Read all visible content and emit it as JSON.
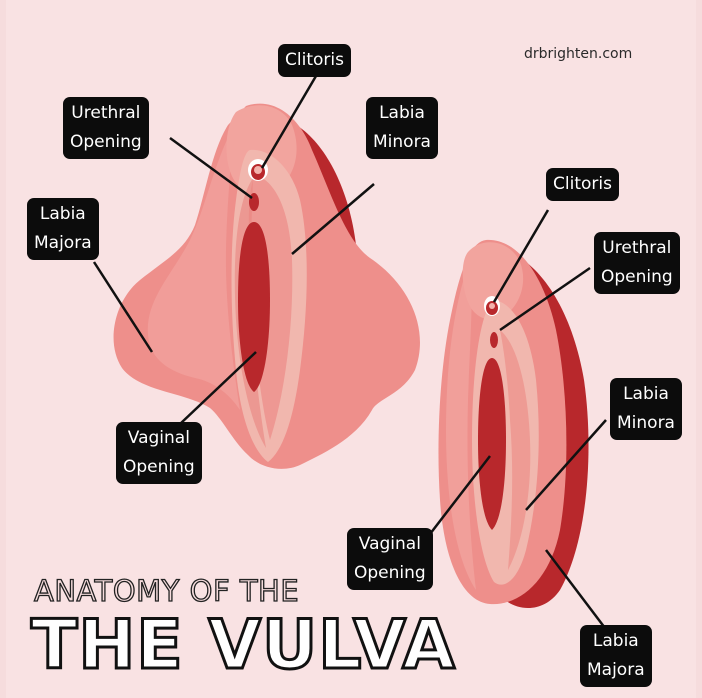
{
  "website": "drbrighten.com",
  "title_line1": "ANATOMY OF THE",
  "title_line2": "THE VULVA",
  "colors": {
    "background": "#f9e2e3",
    "skin": "#ee8f8b",
    "skin_light": "#f4aaa5",
    "inner": "#f1b7ae",
    "dark_red": "#b8282c",
    "label_bg": "#0c0c0c"
  },
  "left_labels": {
    "clitoris": "Clitoris",
    "urethral": "Urethral\nOpening",
    "labia_minora": "Labia\nMinora",
    "labia_majora": "Labia\nMajora",
    "vaginal": "Vaginal\nOpening"
  },
  "right_labels": {
    "clitoris": "Clitoris",
    "urethral": "Urethral\nOpening",
    "labia_minora": "Labia\nMinora",
    "vaginal": "Vaginal\nOpening",
    "labia_majora": "Labia\nMajora"
  }
}
